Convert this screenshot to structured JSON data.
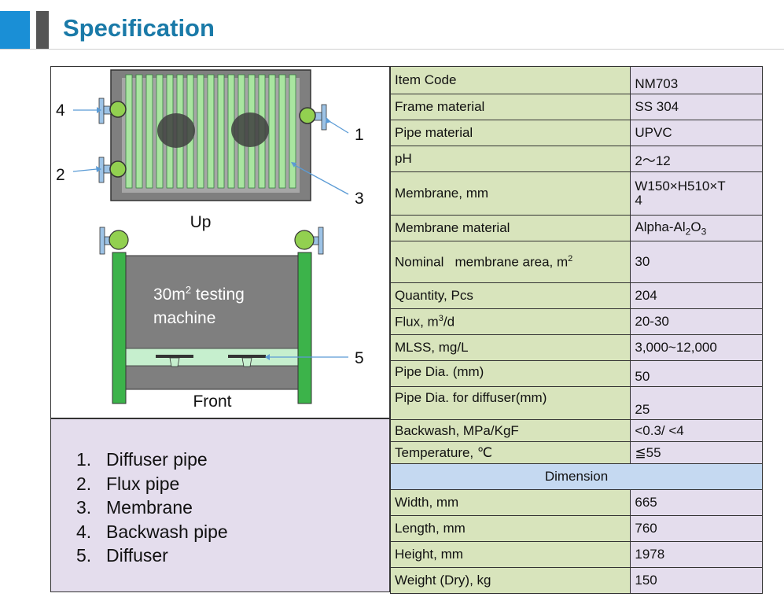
{
  "title": "Specification",
  "diagram": {
    "callouts": [
      "4",
      "1",
      "2",
      "3",
      "5"
    ],
    "up_label": "Up",
    "front_label": "Front",
    "machine_label_line1_prefix": "30m",
    "machine_label_line1_sup": "2",
    "machine_label_line1_suffix": " testing",
    "machine_label_line2": "machine"
  },
  "legend": [
    {
      "num": "1.",
      "text": "Diffuser pipe"
    },
    {
      "num": "2.",
      "text": "Flux pipe"
    },
    {
      "num": "3.",
      "text": "Membrane"
    },
    {
      "num": "4.",
      "text": "Backwash pipe"
    },
    {
      "num": "5.",
      "text": "Diffuser"
    }
  ],
  "specs": {
    "item_code": {
      "k": "Item Code",
      "v": "NM703"
    },
    "frame_material": {
      "k": "Frame material",
      "v": "SS 304"
    },
    "pipe_material": {
      "k": "Pipe material",
      "v": "UPVC"
    },
    "ph": {
      "k": "pH",
      "v": "2～12"
    },
    "membrane_mm": {
      "k": "Membrane, mm",
      "v_line1": "W150×H510×T",
      "v_line2": "4"
    },
    "membrane_material": {
      "k": "Membrane material",
      "v_prefix": "Alpha-Al",
      "v_sub1": "2",
      "v_mid": "O",
      "v_sub2": "3"
    },
    "nominal_area": {
      "k_prefix": "Nominal   membrane area, m",
      "k_sup": "2",
      "v": "30"
    },
    "quantity": {
      "k": "Quantity, Pcs",
      "v": "204"
    },
    "flux": {
      "k_prefix": "Flux, m",
      "k_sup": "3",
      "k_suffix": "/d",
      "v": "20-30"
    },
    "mlss": {
      "k": "MLSS, mg/L",
      "v": "3,000~12,000"
    },
    "pipe_dia": {
      "k": "Pipe Dia. (mm)",
      "v": "50"
    },
    "pipe_dia_diffuser": {
      "k": "Pipe Dia. for diffuser(mm)",
      "v": "25"
    },
    "backwash": {
      "k": "Backwash, MPa/KgF",
      "v": "<0.3/ <4"
    },
    "temperature": {
      "k": "Temperature, ℃",
      "v": "≦55"
    },
    "dimension_header": "Dimension",
    "width": {
      "k": "Width, mm",
      "v": "665"
    },
    "length": {
      "k": "Length, mm",
      "v": "760"
    },
    "height": {
      "k": "Height, mm",
      "v": "1978"
    },
    "weight": {
      "k": "Weight (Dry), kg",
      "v": "150"
    }
  }
}
